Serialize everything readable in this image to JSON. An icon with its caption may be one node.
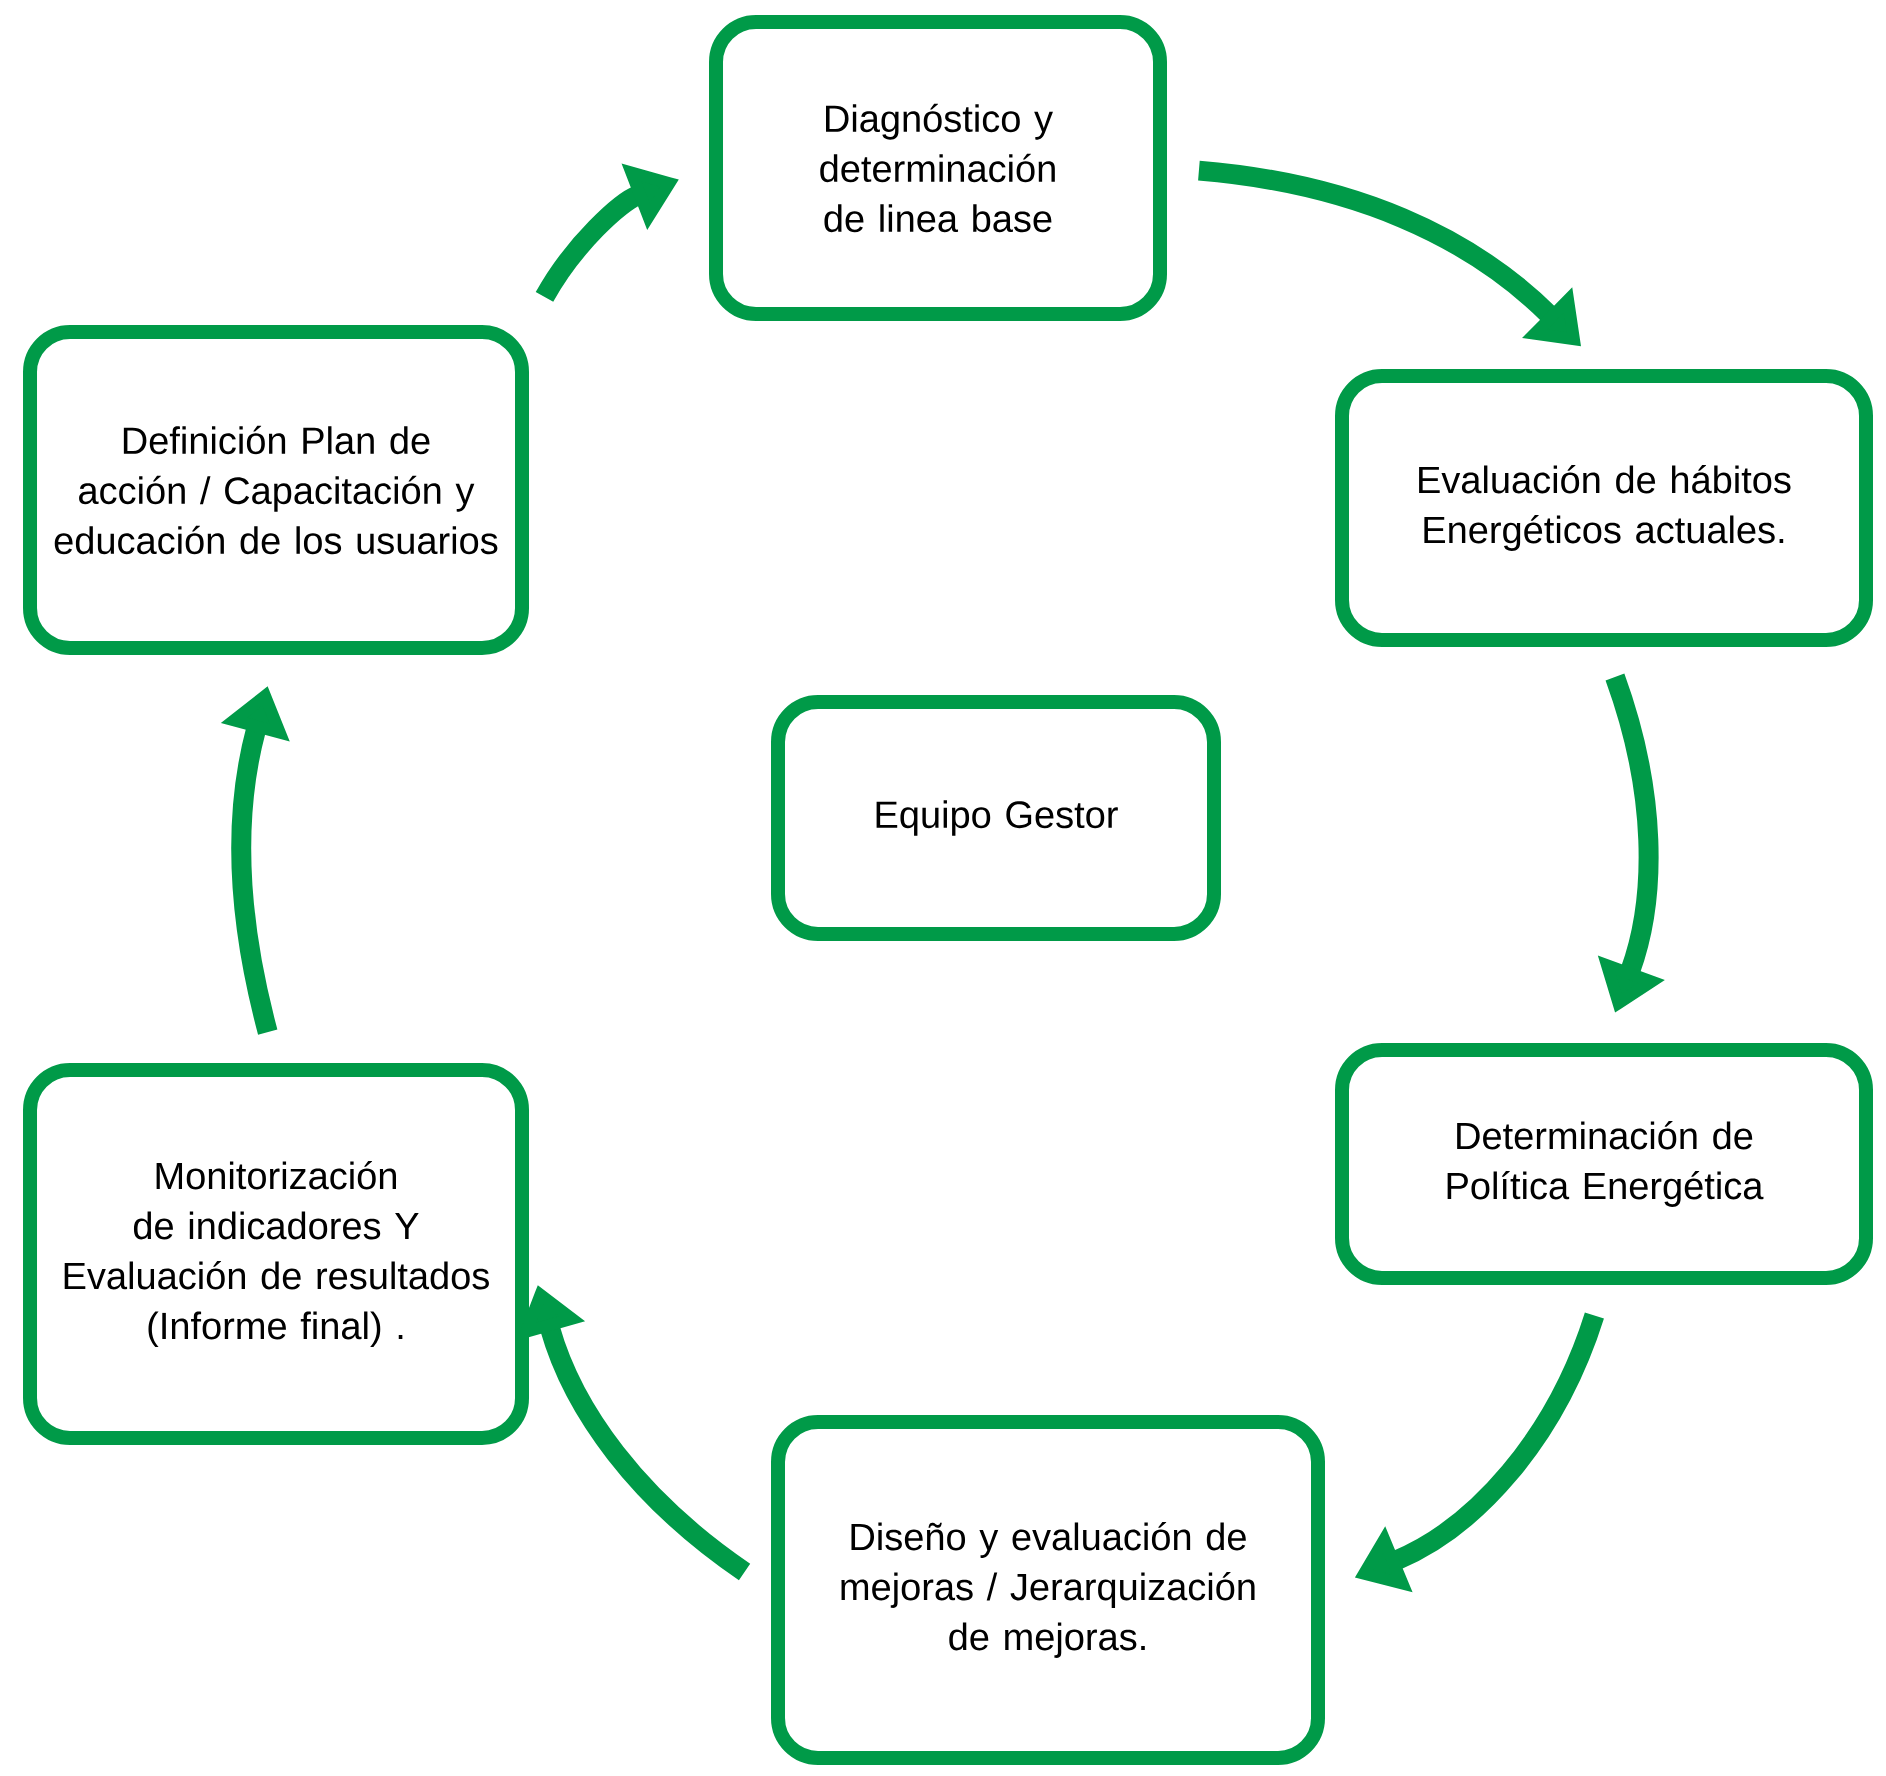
{
  "diagram": {
    "nodes": [
      {
        "text": [
          "Diagnóstico y determinación de linea base"
        ]
      },
      {
        "text": [
          "Evaluación de hábitos Energéticos actuales."
        ]
      },
      {
        "text": [
          "Determinación de Política Energética"
        ]
      },
      {
        "text": [
          "Diseño y evaluación de mejoras / Jerarquización de mejoras."
        ]
      },
      {
        "text": [
          "Monitorización de indicadores Y Evaluación de resultados (Informe final) ."
        ]
      },
      {
        "text": [
          "Definición Plan de acción / Capacitación y educación de los usuarios"
        ]
      },
      {
        "text": [
          "Equipo Gestor"
        ]
      }
    ],
    "edges": [
      {
        "from": 0,
        "to": 1,
        "arrow": "to"
      },
      {
        "from": 1,
        "to": 2,
        "arrow": "to"
      },
      {
        "from": 2,
        "to": 3,
        "arrow": "to"
      },
      {
        "from": 3,
        "to": 4,
        "arrow": "to"
      },
      {
        "from": 4,
        "to": 5,
        "arrow": "to"
      },
      {
        "from": 5,
        "to": 0,
        "arrow": "to"
      }
    ]
  }
}
